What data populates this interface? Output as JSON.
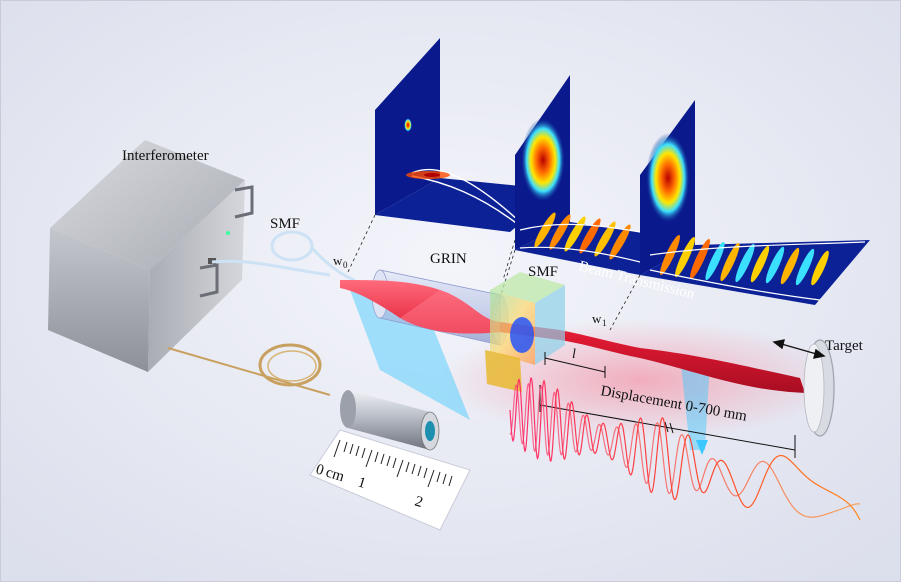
{
  "labels": {
    "interferometer": "Interferometer",
    "smf_left": "SMF",
    "w0": "w",
    "w0_sub": "0",
    "grin": "GRIN",
    "smf_right": "SMF",
    "beam_transmission": "Beam Transmission",
    "w1": "w",
    "w1_sub": "1",
    "l": "l",
    "target": "Target",
    "displacement": "Displacement 0-700 mm"
  },
  "ruler": {
    "zero": "0",
    "unit": "cm",
    "one": "1",
    "two": "2"
  },
  "colors": {
    "background": "#eceef6",
    "beam": "#e8203a",
    "panel": "#0a1a8c",
    "grin_glass": "#b8c4e8",
    "fiber_ring": "#c8a060",
    "interferometer": "#b5b8be"
  }
}
